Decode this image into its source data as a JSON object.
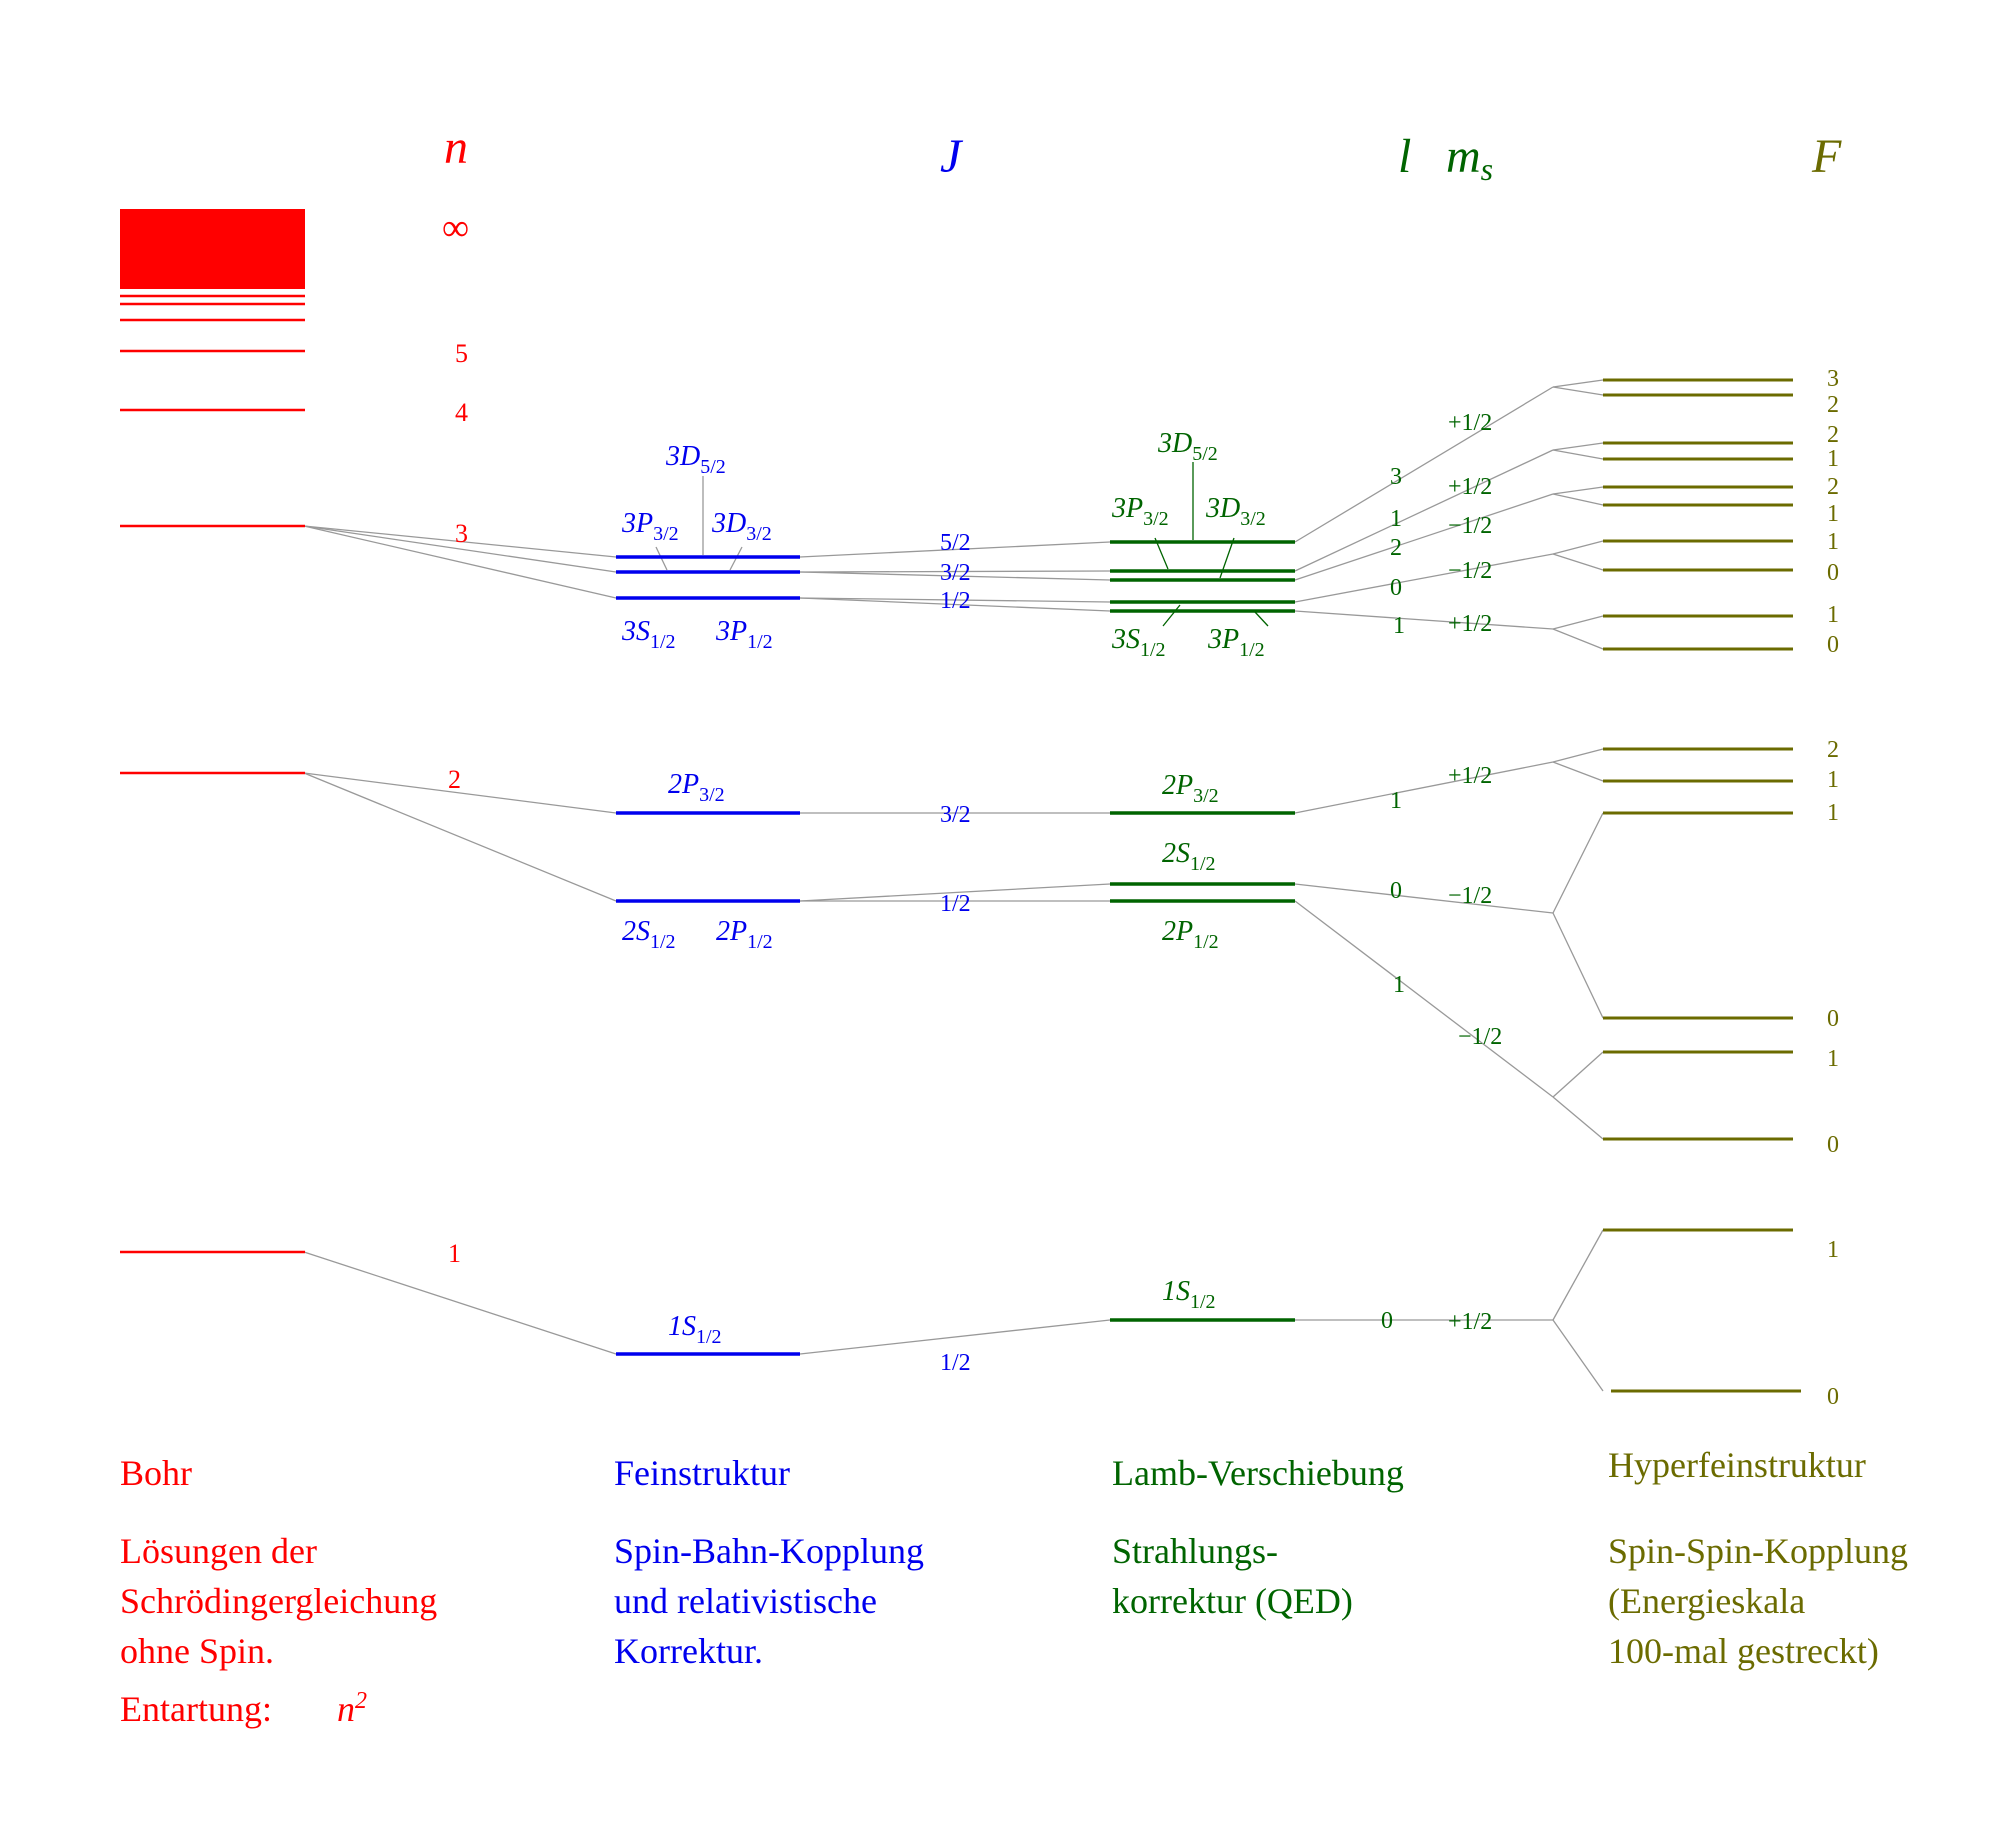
{
  "colors": {
    "bohr": "#ff0000",
    "fine": "#0000ee",
    "lamb": "#006400",
    "hfs": "#6b6b00",
    "connector": "#999999"
  },
  "headers": {
    "n": "n",
    "J": "J",
    "l": "l",
    "ms": "m",
    "ms_sub": "s",
    "F": "F"
  },
  "bohr": {
    "infinity": "∞",
    "levels": [
      "1",
      "2",
      "3",
      "4",
      "5"
    ],
    "title": "Bohr",
    "desc": [
      "Lösungen der",
      "Schrödingergleichung",
      "ohne Spin."
    ],
    "degeneracy_label": "Entartung:",
    "degeneracy_value": "n",
    "degeneracy_exp": "2"
  },
  "fine": {
    "labels": {
      "d52": [
        "3D",
        "5/2"
      ],
      "p32_3": [
        "3P",
        "3/2"
      ],
      "d32": [
        "3D",
        "3/2"
      ],
      "s12_3": [
        "3S",
        "1/2"
      ],
      "p12_3": [
        "3P",
        "1/2"
      ],
      "p32_2": [
        "2P",
        "3/2"
      ],
      "s12_2": [
        "2S",
        "1/2"
      ],
      "p12_2": [
        "2P",
        "1/2"
      ],
      "s12_1": [
        "1S",
        "1/2"
      ]
    },
    "j_values": {
      "n3": [
        "5/2",
        "3/2",
        "1/2"
      ],
      "n2": [
        "3/2",
        "1/2"
      ],
      "n1": "1/2"
    },
    "title": "Feinstruktur",
    "desc": [
      "Spin-Bahn-Kopplung",
      "und relativistische",
      "Korrektur."
    ]
  },
  "lamb": {
    "labels": {
      "d52": [
        "3D",
        "5/2"
      ],
      "p32_3": [
        "3P",
        "3/2"
      ],
      "d32": [
        "3D",
        "3/2"
      ],
      "s12_3": [
        "3S",
        "1/2"
      ],
      "p12_3": [
        "3P",
        "1/2"
      ],
      "p32_2": [
        "2P",
        "3/2"
      ],
      "s12_2": [
        "2S",
        "1/2"
      ],
      "p12_2": [
        "2P",
        "1/2"
      ],
      "s12_1": [
        "1S",
        "1/2"
      ]
    },
    "l_values": [
      "3",
      "1",
      "2",
      "0",
      "1",
      "1",
      "0",
      "1",
      "0"
    ],
    "ms_values": [
      "+1/2",
      "+1/2",
      "−1/2",
      "−1/2",
      "+1/2",
      "+1/2",
      "−1/2",
      "−1/2",
      "+1/2"
    ],
    "title": "Lamb-Verschiebung",
    "desc": [
      "Strahlungs-",
      "korrektur (QED)"
    ]
  },
  "hfs": {
    "f_values": [
      "3",
      "2",
      "2",
      "1",
      "2",
      "1",
      "1",
      "0",
      "1",
      "0",
      "2",
      "1",
      "1",
      "0",
      "1",
      "0",
      "1",
      "0"
    ],
    "title": "Hyperfeinstruktur",
    "desc": [
      "Spin-Spin-Kopplung",
      "(Energieskala",
      "100-mal gestreckt)"
    ]
  }
}
